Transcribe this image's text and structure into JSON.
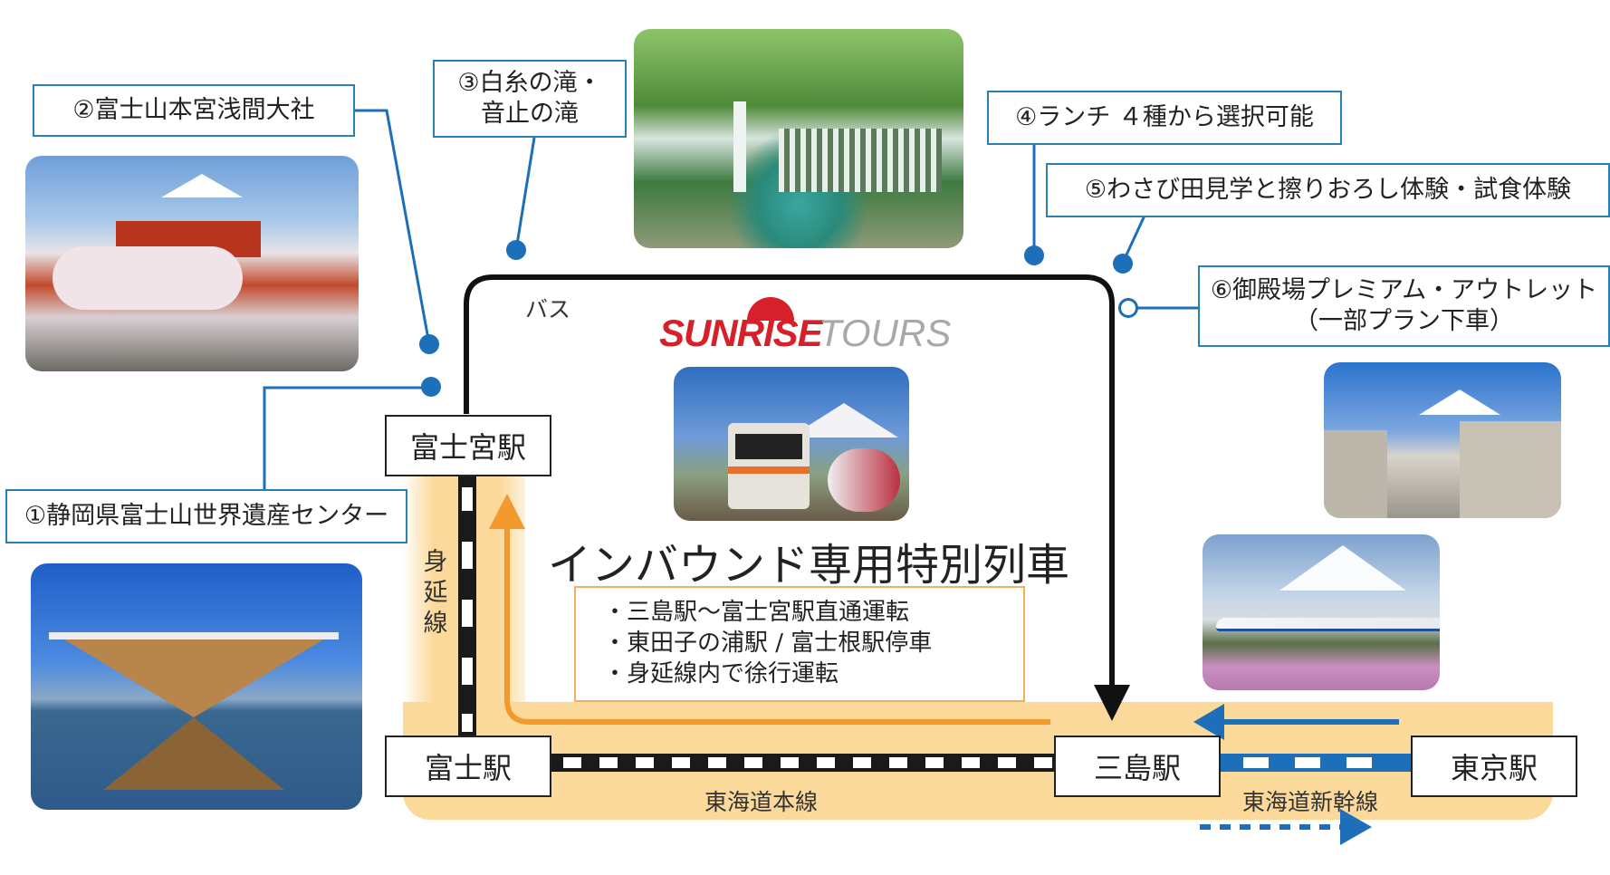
{
  "callouts": {
    "c1": "①静岡県富士山世界遺産センター",
    "c2": "②富士山本宮浅間大社",
    "c3_line1": "③白糸の滝・",
    "c3_line2": "音止の滝",
    "c4": "④ランチ ４種から選択可能",
    "c5": "⑤わさび田見学と擦りおろし体験・試食体験",
    "c6_line1": "⑥御殿場プレミアム・アウトレット",
    "c6_line2": "（一部プラン下車）"
  },
  "stations": {
    "fujinomiya": "富士宮駅",
    "fuji": "富士駅",
    "mishima": "三島駅",
    "tokyo": "東京駅"
  },
  "lines": {
    "bus": "バス",
    "minobu_1": "身",
    "minobu_2": "延",
    "minobu_3": "線",
    "tokaido": "東海道本線",
    "shinkansen": "東海道新幹線"
  },
  "logo": {
    "brand": "SUNRISE",
    "suffix": "TOURS"
  },
  "special_train": {
    "title": "インバウンド専用特別列車",
    "bullets": [
      "・三島駅～富士宮駅直通運転",
      "・東田子の浦駅 / 富士根駅停車",
      "・身延線内で徐行運転"
    ]
  },
  "photos": {
    "p_shrine": "shrine-photo",
    "p_falls": "waterfall-photo",
    "p_train": "train-photo",
    "p_outlet": "outlet-photo",
    "p_shinkansen": "shinkansen-photo",
    "p_heritage": "heritage-center-photo"
  },
  "colors": {
    "callout_border": "#2a7fb5",
    "route_highlight": "#fbd99a",
    "train_route": "#f39a2e",
    "shinkansen": "#1c6fb8",
    "logo_red": "#d7212a",
    "logo_gray": "#a8a8a8"
  }
}
